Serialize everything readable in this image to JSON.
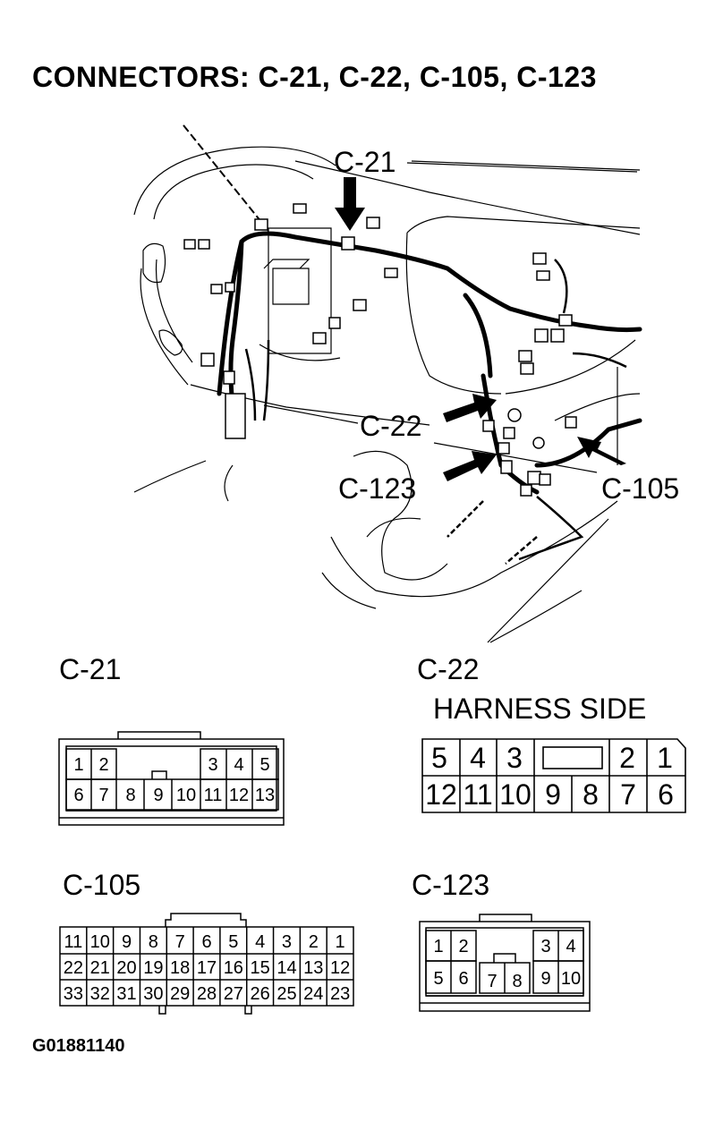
{
  "title": "CONNECTORS: C-21, C-22, C-105, C-123",
  "callouts": {
    "c21": "C-21",
    "c22": "C-22",
    "c123": "C-123",
    "c105": "C-105"
  },
  "connectors": {
    "c21": {
      "label": "C-21",
      "pins": [
        "1",
        "2",
        "3",
        "4",
        "5",
        "6",
        "7",
        "8",
        "9",
        "10",
        "11",
        "12",
        "13"
      ]
    },
    "c22": {
      "label": "C-22",
      "subtitle": "HARNESS SIDE",
      "pins": [
        "5",
        "4",
        "3",
        "2",
        "1",
        "12",
        "11",
        "10",
        "9",
        "8",
        "7",
        "6"
      ]
    },
    "c105": {
      "label": "C-105",
      "row1": [
        "11",
        "10",
        "9",
        "8",
        "7",
        "6",
        "5",
        "4",
        "3",
        "2",
        "1"
      ],
      "row2": [
        "22",
        "21",
        "20",
        "19",
        "18",
        "17",
        "16",
        "15",
        "14",
        "13",
        "12"
      ],
      "row3": [
        "33",
        "32",
        "31",
        "30",
        "29",
        "28",
        "27",
        "26",
        "25",
        "24",
        "23"
      ]
    },
    "c123": {
      "label": "C-123",
      "pins": [
        "1",
        "2",
        "3",
        "4",
        "5",
        "6",
        "7",
        "8",
        "9",
        "10"
      ]
    }
  },
  "figure_code": "G01881140"
}
